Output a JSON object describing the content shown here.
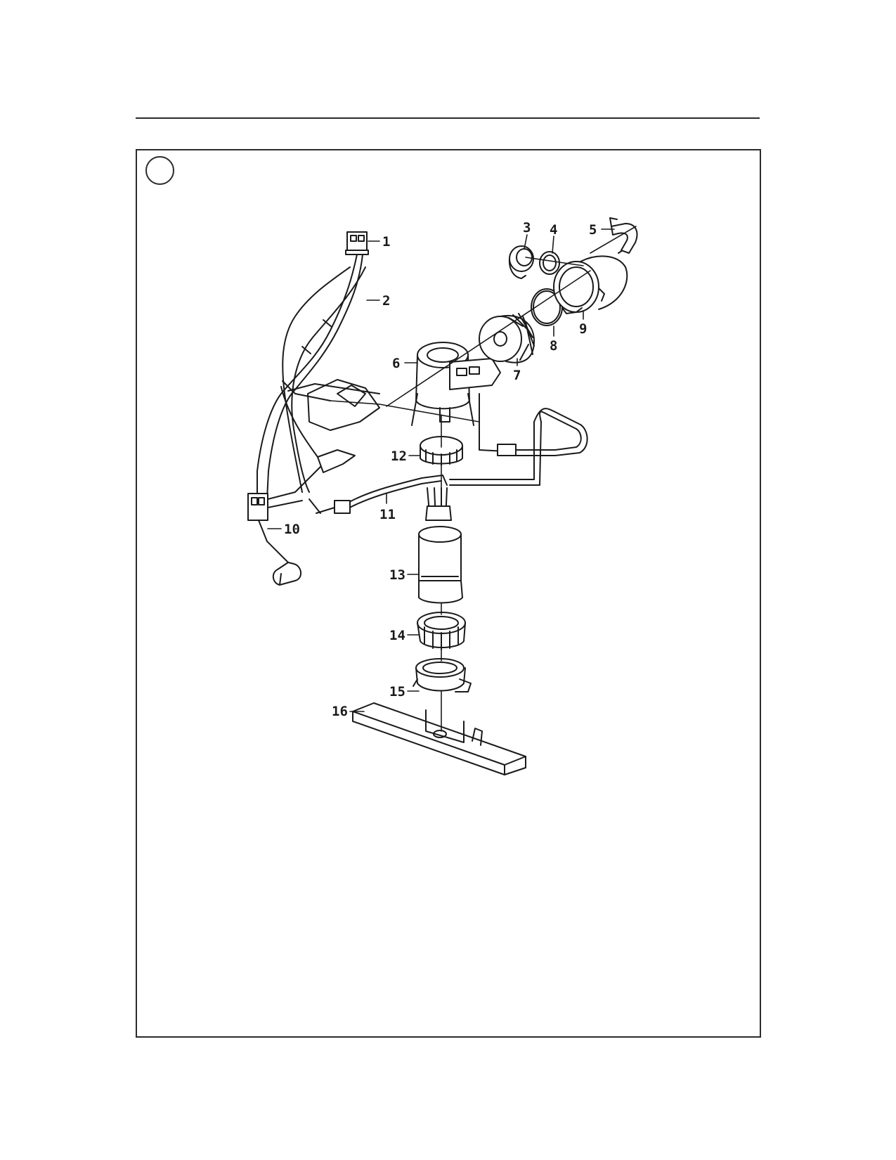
{
  "figure": {
    "callouts": [
      "1",
      "2",
      "3",
      "4",
      "5",
      "6",
      "7",
      "8",
      "9",
      "10",
      "11",
      "12",
      "13",
      "14",
      "15",
      "16"
    ],
    "corner_marker": ""
  }
}
